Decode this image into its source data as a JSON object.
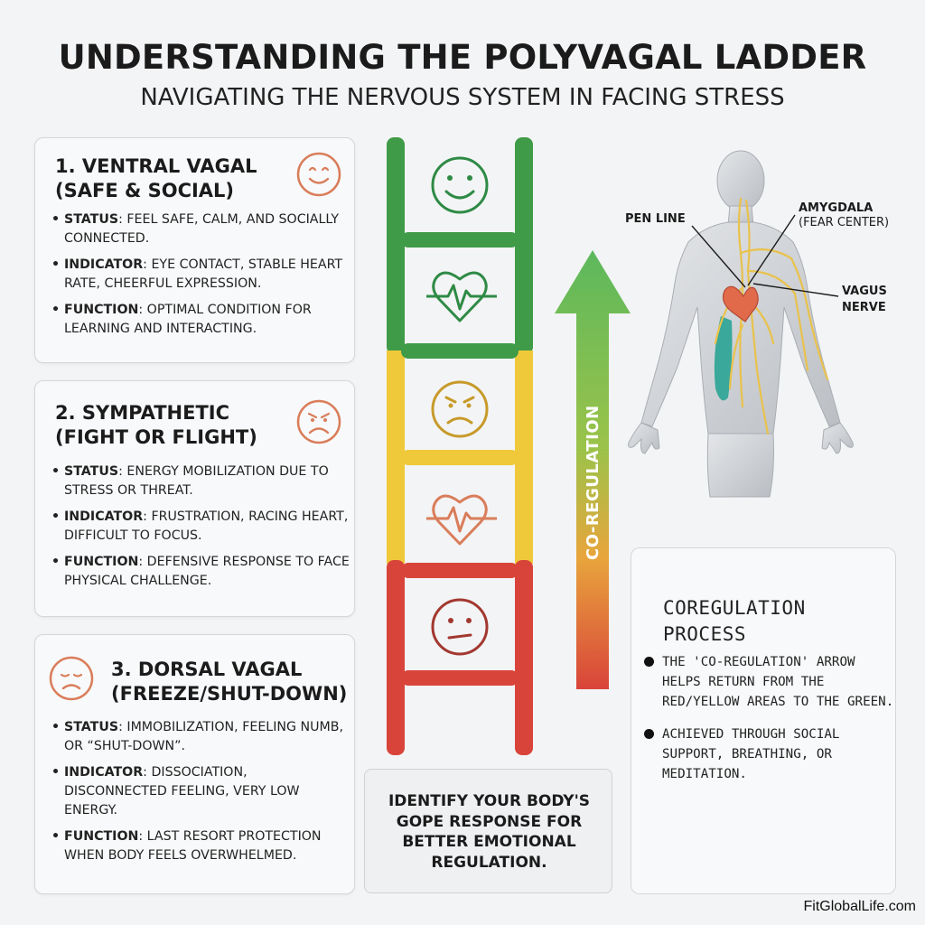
{
  "header": {
    "title": "UNDERSTANDING THE POLYVAGAL LADDER",
    "subtitle": "NAVIGATING THE NERVOUS SYSTEM IN FACING STRESS"
  },
  "states": [
    {
      "title_line1": "1. VENTRAL VAGAL",
      "title_line2": "(SAFE & SOCIAL)",
      "face": "smiling-face-icon",
      "color": "#2e9a48",
      "status_label": "STATUS",
      "status_text": ": FEEL SAFE, CALM, AND SOCIALLY CONNECTED.",
      "indicator_label": "INDICATOR",
      "indicator_text": ": EYE CONTACT, STABLE HEART RATE, CHEERFUL EXPRESSION.",
      "function_label": "FUNCTION",
      "function_text": ": OPTIMAL CONDITION FOR LEARNING AND INTERACTING."
    },
    {
      "title_line1": "2. SYMPATHETIC",
      "title_line2": "(FIGHT OR FLIGHT)",
      "face": "angry-face-icon",
      "color": "#e8c23a",
      "status_label": "STATUS",
      "status_text": ": ENERGY MOBILIZATION DUE TO STRESS OR THREAT.",
      "indicator_label": "INDICATOR",
      "indicator_text": ": FRUSTRATION, RACING HEART, DIFFICULT TO FOCUS.",
      "function_label": "FUNCTION",
      "function_text": ": DEFENSIVE RESPONSE TO FACE PHYSICAL CHALLENGE."
    },
    {
      "title_line1": "3. DORSAL VAGAL",
      "title_line2": "(FREEZE/SHUT-DOWN)",
      "face": "sad-face-icon",
      "color": "#d9443a",
      "status_label": "STATUS",
      "status_text": ": IMMOBILIZATION, FEELING NUMB, OR “SHUT-DOWN”.",
      "indicator_label": "INDICATOR",
      "indicator_text": ": DISSOCIATION, DISCONNECTED FEELING, VERY LOW ENERGY.",
      "function_label": "FUNCTION",
      "function_text": ": LAST RESORT PROTECTION WHEN BODY FEELS OVERWHELMED."
    }
  ],
  "arrow": {
    "label": "CO-REGULATION"
  },
  "anatomy": {
    "pen_line": "PEN LINE",
    "amygdala_line1": "AMYGDALA",
    "amygdala_line2": "(FEAR CENTER)",
    "vagus_line1": "VAGUS",
    "vagus_line2": "NERVE"
  },
  "summary": {
    "line1": "IDENTIFY YOUR BODY'S",
    "line2": "GOPE RESPONSE FOR",
    "line3": "BETTER EMOTIONAL",
    "line4": "REGULATION."
  },
  "coregulation": {
    "title_line1": "COREGULATION",
    "title_line2": "PROCESS",
    "bullet1": "THE 'CO-REGULATION' ARROW HELPS RETURN FROM THE RED/YELLOW AREAS TO THE GREEN.",
    "bullet2": "ACHIEVED THROUGH SOCIAL SUPPORT, BREATHING, OR MEDITATION."
  },
  "credit": "FitGlobalLife.com",
  "colors": {
    "green": "#2e9a48",
    "yellow": "#efc93a",
    "red": "#d9443a",
    "face_orange": "#d97d5a"
  }
}
